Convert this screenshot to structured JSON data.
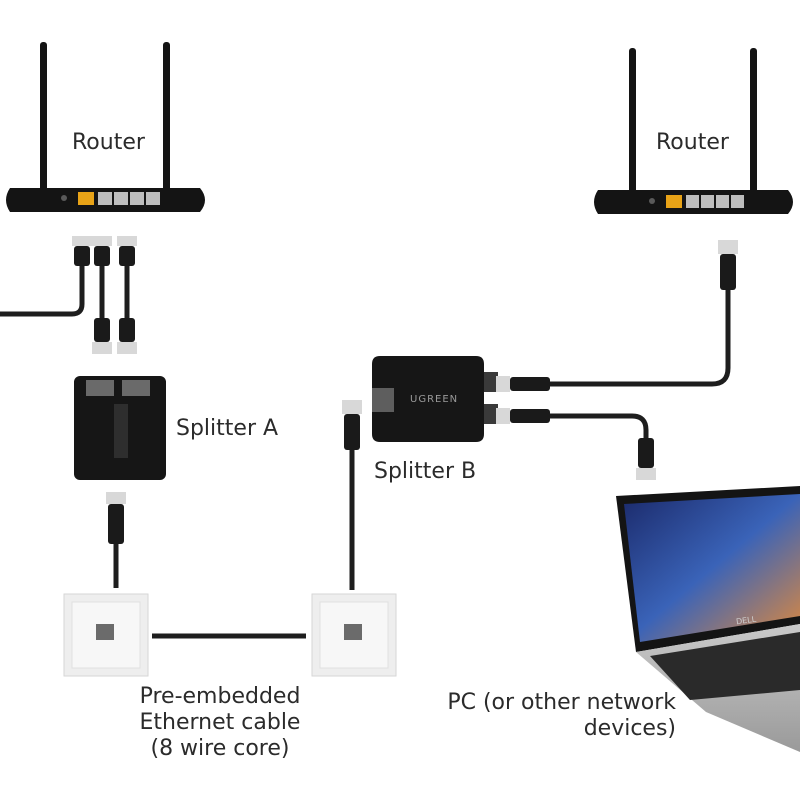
{
  "labels": {
    "router_left": "Router",
    "router_right": "Router",
    "splitter_a": "Splitter A",
    "splitter_b": "Splitter B",
    "splitter_brand": "UGREEN",
    "cable_line1": "Pre-embedded",
    "cable_line2": "Ethernet cable",
    "cable_line3": "(8 wire core)",
    "pc_line1": "PC (or other network",
    "pc_line2": "devices)",
    "laptop_brand": "DELL"
  },
  "colors": {
    "cable": "#1e1e1e",
    "device": "#161616",
    "port_highlight": "#e8a317",
    "wall_plate": "#eeeeee",
    "text": "#2b2b2b"
  }
}
